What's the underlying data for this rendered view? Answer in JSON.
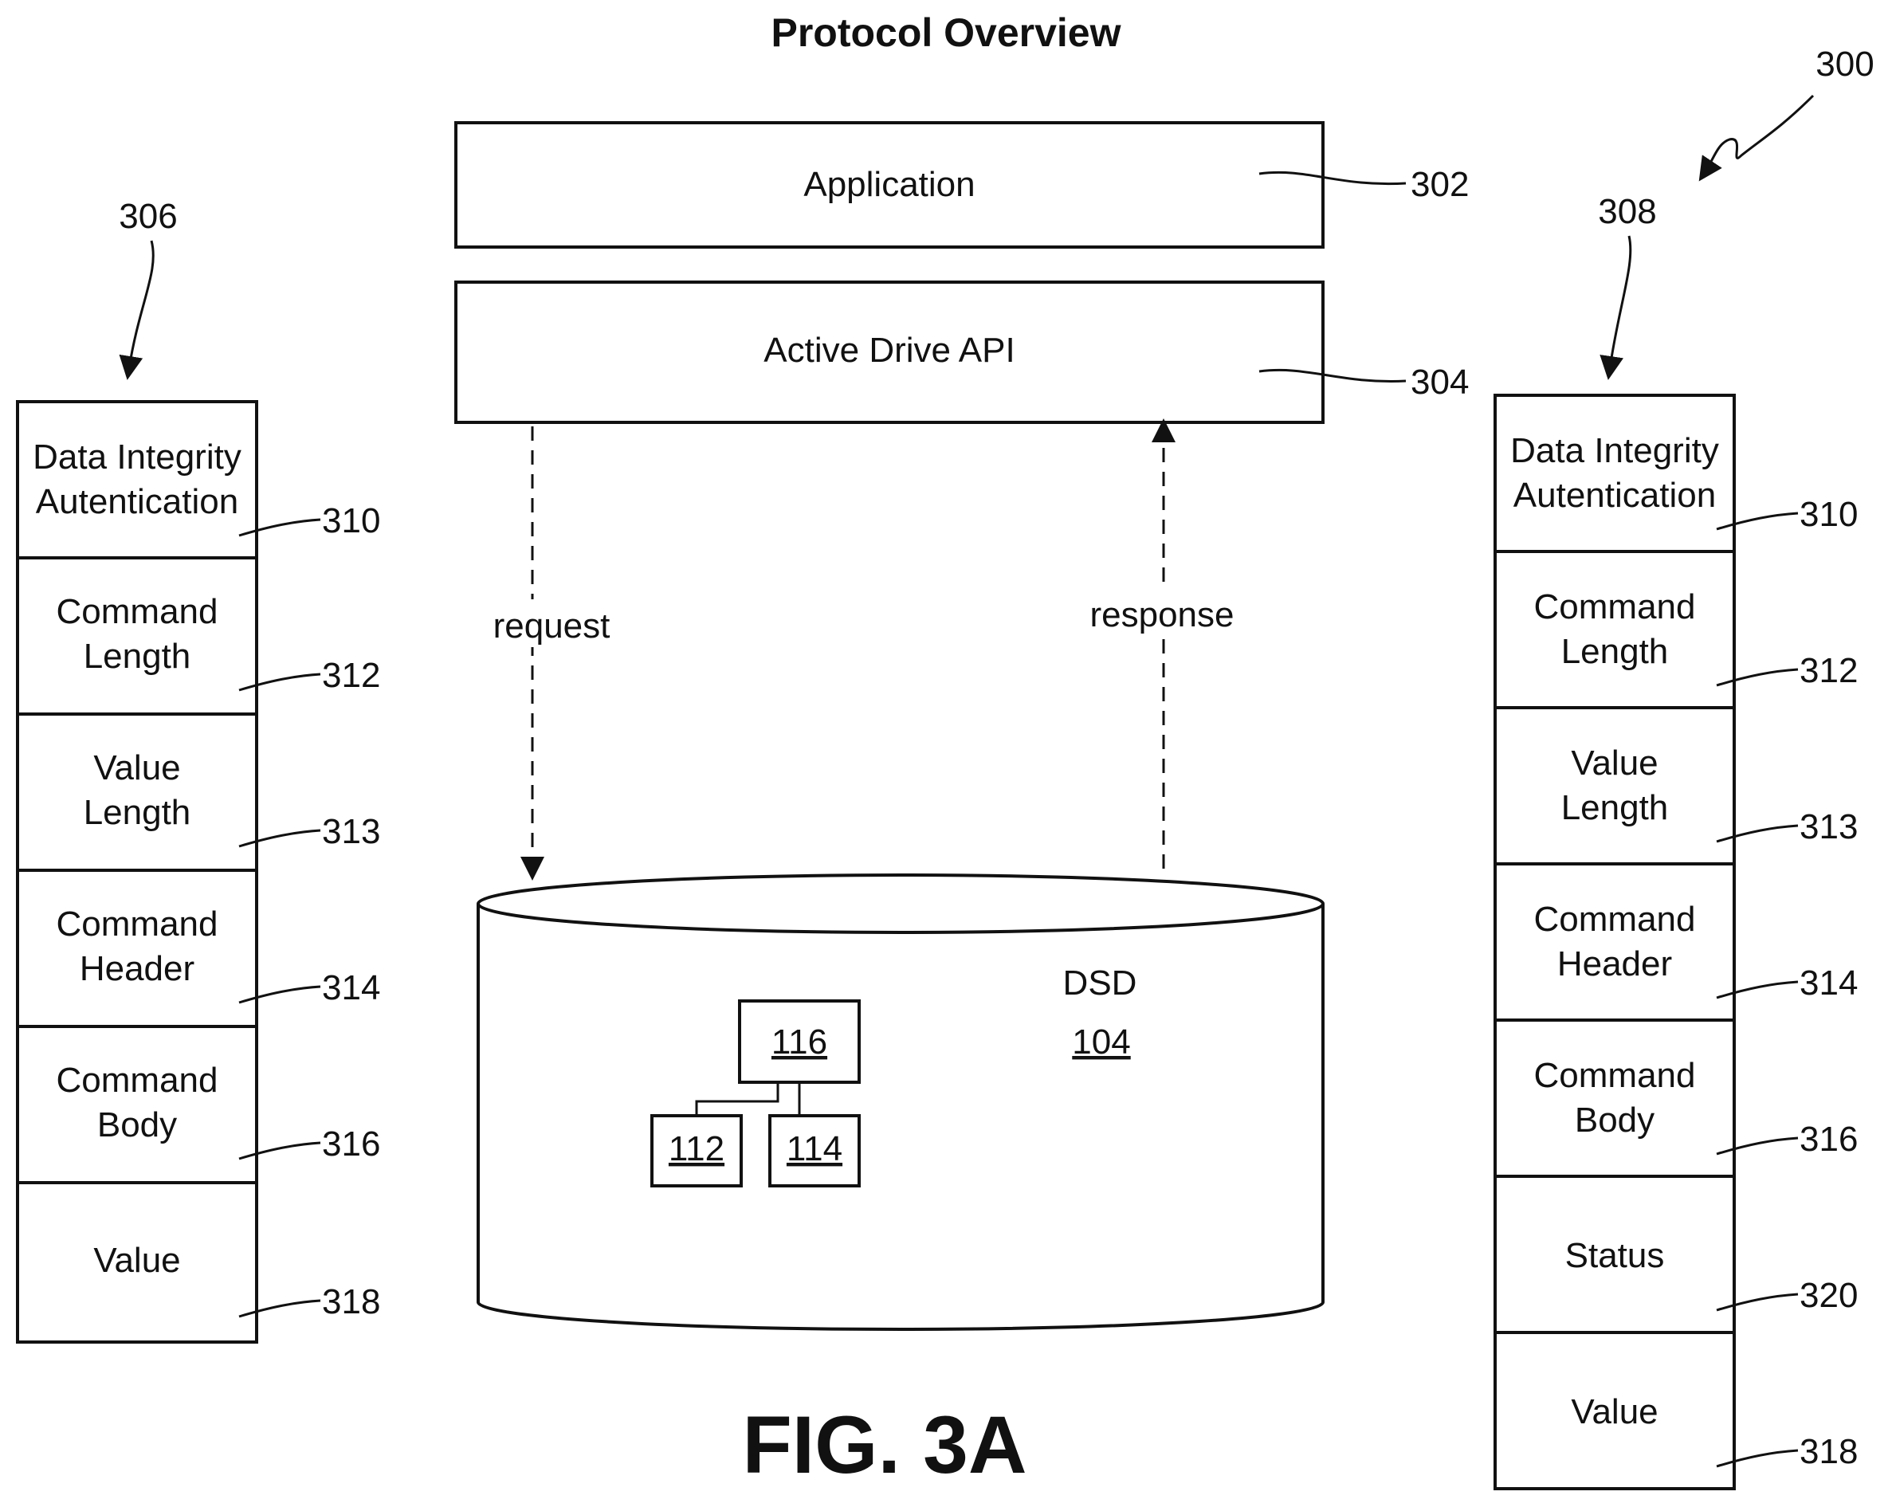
{
  "title": "Protocol Overview",
  "figure_label": "FIG. 3A",
  "figure_ref": "300",
  "layers": [
    {
      "label": "Application",
      "ref": "302"
    },
    {
      "label": "Active Drive API",
      "ref": "304"
    }
  ],
  "arrows": {
    "request": "request",
    "response": "response"
  },
  "drive": {
    "label": "DSD",
    "ref": "104",
    "components": [
      {
        "ref": "116"
      },
      {
        "ref": "112"
      },
      {
        "ref": "114"
      }
    ]
  },
  "request_message": {
    "ref": "306",
    "fields": [
      {
        "line1": "Data Integrity",
        "line2": "Autentication",
        "ref": "310"
      },
      {
        "line1": "Command",
        "line2": "Length",
        "ref": "312"
      },
      {
        "line1": "Value",
        "line2": "Length",
        "ref": "313"
      },
      {
        "line1": "Command",
        "line2": "Header",
        "ref": "314"
      },
      {
        "line1": "Command",
        "line2": "Body",
        "ref": "316"
      },
      {
        "line1": "Value",
        "line2": "",
        "ref": "318"
      }
    ]
  },
  "response_message": {
    "ref": "308",
    "fields": [
      {
        "line1": "Data Integrity",
        "line2": "Autentication",
        "ref": "310"
      },
      {
        "line1": "Command",
        "line2": "Length",
        "ref": "312"
      },
      {
        "line1": "Value",
        "line2": "Length",
        "ref": "313"
      },
      {
        "line1": "Command",
        "line2": "Header",
        "ref": "314"
      },
      {
        "line1": "Command",
        "line2": "Body",
        "ref": "316"
      },
      {
        "line1": "Status",
        "line2": "",
        "ref": "320"
      },
      {
        "line1": "Value",
        "line2": "",
        "ref": "318"
      }
    ]
  }
}
